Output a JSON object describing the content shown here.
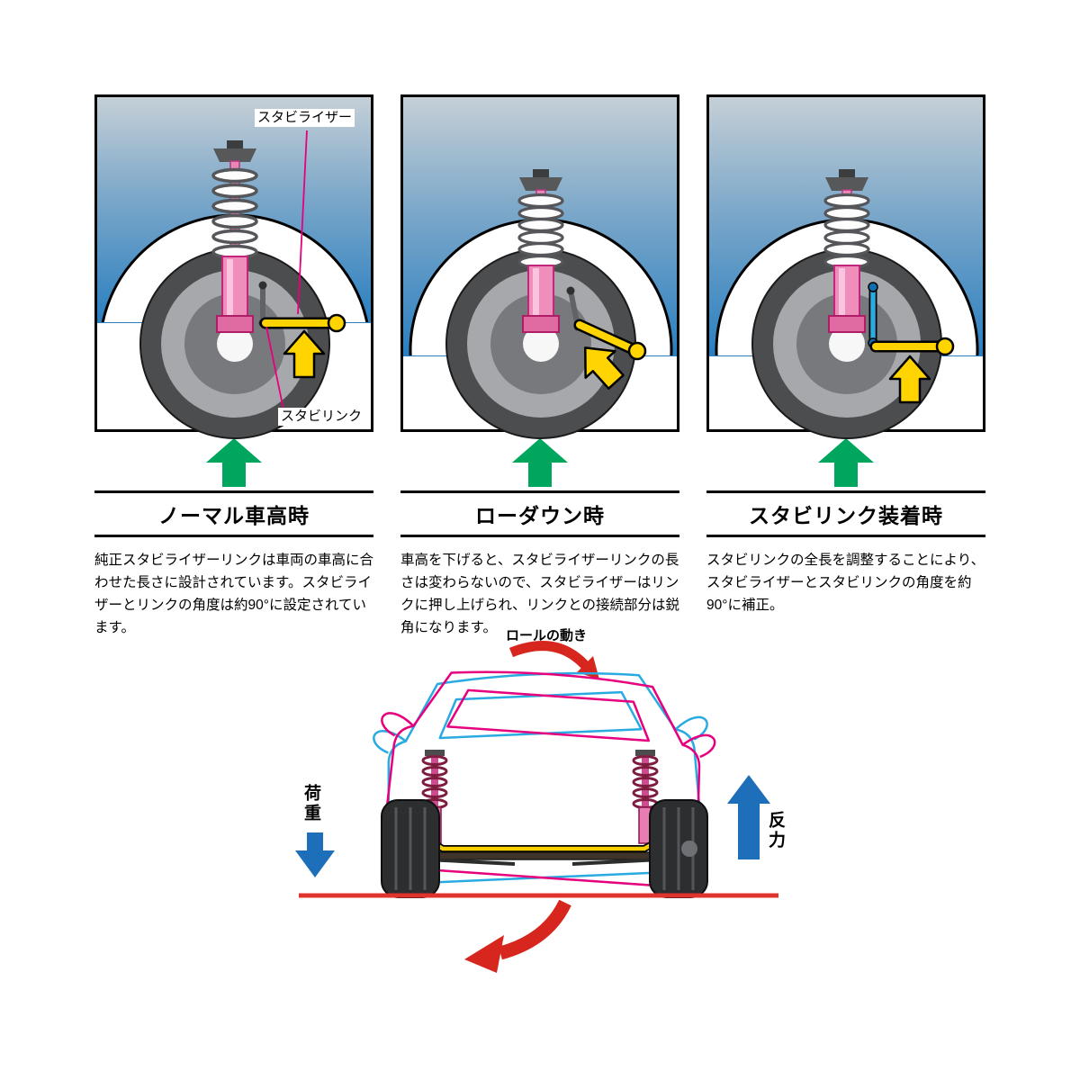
{
  "panels": [
    {
      "title": "ノーマル車高時",
      "description": "純正スタビライザーリンクは車両の車高に合わせた長さに設計されています。スタビライザーとリンクの角度は約90°に設定されています。",
      "labels": {
        "stabilizer": "スタビライザー",
        "stabilink": "スタビリンク"
      }
    },
    {
      "title": "ローダウン時",
      "description": "車高を下げると、スタビライザーリンクの長さは変わらないので、スタビライザーはリンクに押し上げられ、リンクとの接続部分は鋭角になります。"
    },
    {
      "title": "スタビリンク装着時",
      "description": "スタビリンクの全長を調整することにより、スタビライザーとスタビリンクの角度を約90°に補正。"
    }
  ],
  "bottom_diagram": {
    "roll_label": "ロールの動き",
    "load_label": "荷重",
    "reaction_label": "反力"
  },
  "colors": {
    "green_arrow": "#00a55e",
    "yellow": "#ffd400",
    "magenta": "#e6007e",
    "cyan": "#29abe2",
    "red": "#d7261d",
    "blue": "#1d6fba",
    "fender_blue": "#2a7fc0",
    "shock_pink": "#ef8ebb"
  }
}
